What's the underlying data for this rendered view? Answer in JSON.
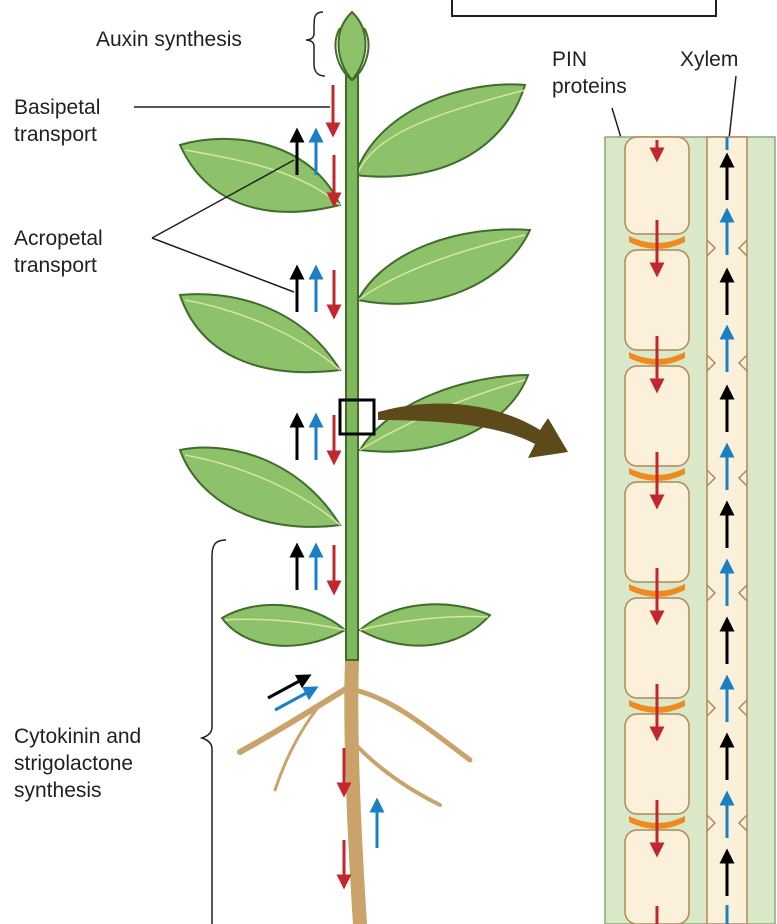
{
  "labels": {
    "auxin_synthesis": "Auxin synthesis",
    "basipetal_1": "Basipetal",
    "basipetal_2": "transport",
    "acropetal_1": "Acropetal",
    "acropetal_2": "transport",
    "cytokinin_1": "Cytokinin and",
    "cytokinin_2": "strigolactone",
    "cytokinin_3": "synthesis",
    "pin_1": "PIN",
    "pin_2": "proteins",
    "xylem": "Xylem"
  },
  "colors": {
    "leaf": "#8dc16a",
    "leaf_edge": "#3f6d2a",
    "stem": "#7db85a",
    "root": "#d8b87f",
    "basipetal_arrow": "#c1272d",
    "acropetal_arrow_black": "#000000",
    "acropetal_arrow_blue": "#1b7fc4",
    "pin_protein": "#f08a1c",
    "cell_fill": "#fbf0d9",
    "cell_edge": "#b28759",
    "tissue_bg": "#d9e8c9",
    "zoom_arrow": "#5c4a1a"
  }
}
